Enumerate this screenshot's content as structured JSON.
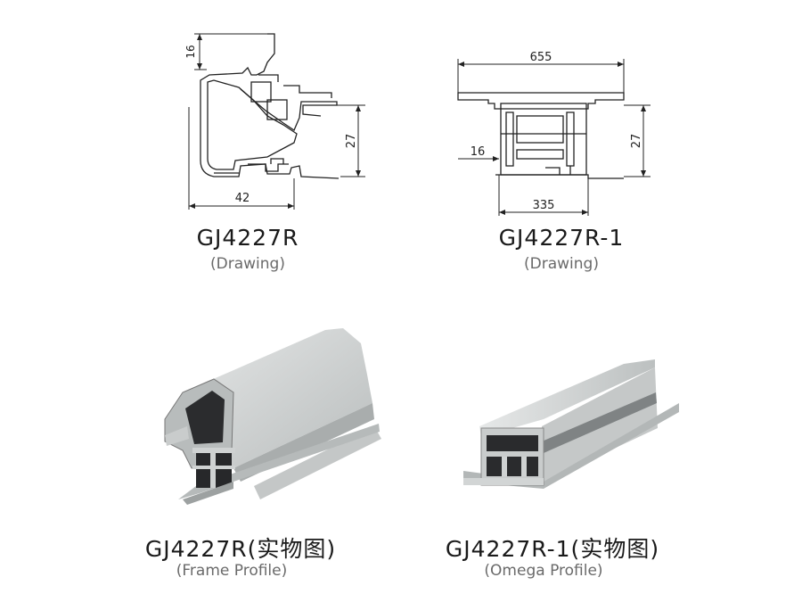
{
  "items": [
    {
      "title": "GJ4227R",
      "subtitle": "(Drawing)",
      "dimensions": {
        "top": "16",
        "right": "27",
        "bottom": "42"
      }
    },
    {
      "title": "GJ4227R-1",
      "subtitle": "(Drawing)",
      "dimensions": {
        "top": "655",
        "right": "27",
        "left": "16",
        "bottom": "335"
      }
    },
    {
      "title": "GJ4227R(实物图)",
      "subtitle": "(Frame Profile)"
    },
    {
      "title": "GJ4227R-1(实物图)",
      "subtitle": "(Omega Profile)"
    }
  ]
}
